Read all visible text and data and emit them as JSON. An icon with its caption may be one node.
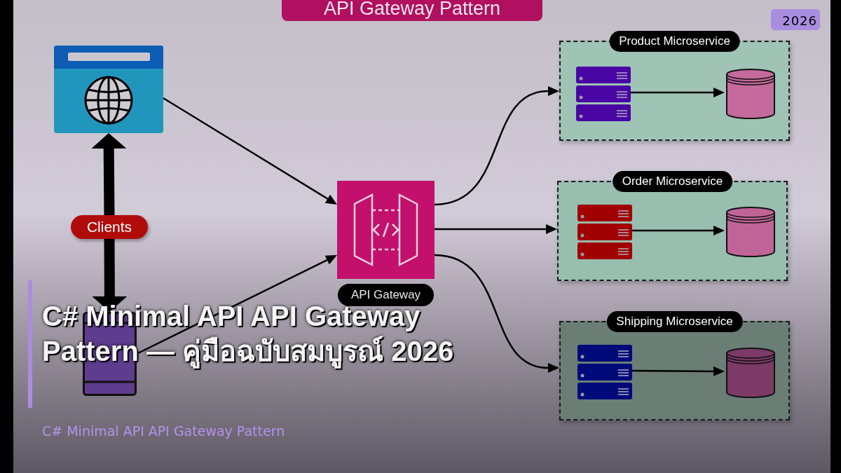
{
  "diagram": {
    "title": "API Gateway Pattern",
    "nodes": [
      {
        "text": [],
        "shape": "picture"
      },
      {
        "text": [
          "Clients"
        ]
      },
      {
        "text": [],
        "shape": "box"
      },
      {
        "text": [
          "API Gateway"
        ]
      },
      {
        "text": [
          "Product Microservice"
        ]
      },
      {
        "text": [],
        "shape": "picture",
        "in": 4
      },
      {
        "text": [],
        "shape": "cylinder",
        "in": 4
      },
      {
        "text": [
          "Order Microservice"
        ]
      },
      {
        "text": [],
        "shape": "picture",
        "in": 7
      },
      {
        "text": [],
        "shape": "cylinder",
        "in": 7
      },
      {
        "text": [
          "Shipping Microservice"
        ]
      },
      {
        "text": [],
        "shape": "picture",
        "in": 10
      },
      {
        "text": [],
        "shape": "cylinder",
        "in": 10
      }
    ],
    "edges": [
      {
        "from": 1,
        "to": 0,
        "arrow": "to",
        "style": "thick"
      },
      {
        "from": 1,
        "to": 2,
        "arrow": "to",
        "style": "thick"
      },
      {
        "from": 0,
        "to": 3,
        "arrow": "to"
      },
      {
        "from": 2,
        "to": 3,
        "arrow": "to"
      },
      {
        "from": 3,
        "to": 4,
        "arrow": "to"
      },
      {
        "from": 3,
        "to": 7,
        "arrow": "to"
      },
      {
        "from": 3,
        "to": 10,
        "arrow": "to"
      },
      {
        "from": 5,
        "to": 6,
        "arrow": "to"
      },
      {
        "from": 8,
        "to": 9,
        "arrow": "to"
      },
      {
        "from": 11,
        "to": 12,
        "arrow": "to"
      }
    ],
    "labels": [
      "2026",
      "C# Minimal API API Gateway Pattern — คู่มือฉบับสมบูรณ์ 2026",
      "C# Minimal API API Gateway Pattern"
    ]
  }
}
